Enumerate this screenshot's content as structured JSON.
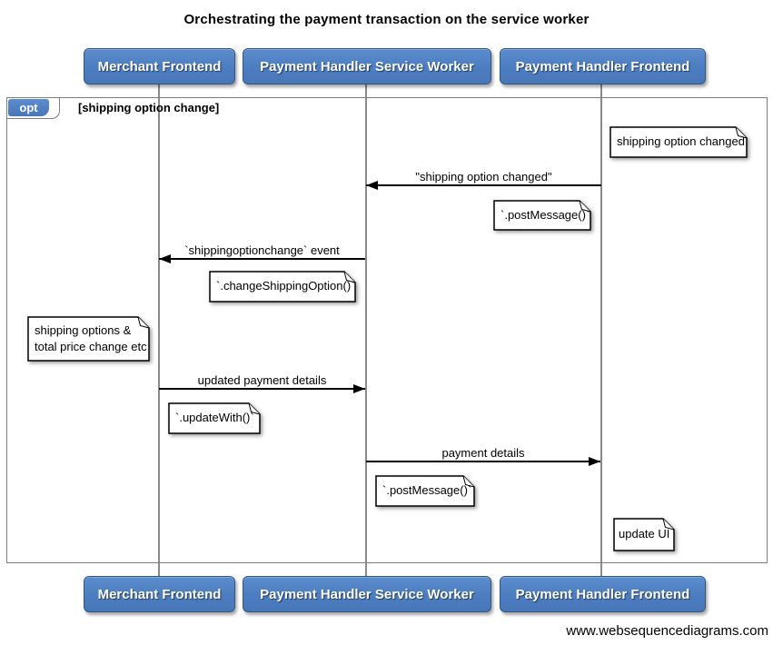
{
  "title": "Orchestrating the payment transaction on the service worker",
  "watermark": "www.websequencediagrams.com",
  "colors": {
    "actor_blue": "#4c7dc0",
    "frame_gray": "#7d7d7d",
    "arrow_black": "#000000",
    "note_bg": "#ffffff"
  },
  "actors": [
    {
      "label": "Merchant Frontend"
    },
    {
      "label": "Payment Handler Service Worker"
    },
    {
      "label": "Payment Handler Frontend"
    }
  ],
  "frame": {
    "operator": "opt",
    "guard": "[shipping option change]"
  },
  "messages": [
    {
      "label": "\"shipping option changed\"",
      "from": "Payment Handler Frontend",
      "to": "Payment Handler Service Worker"
    },
    {
      "label": "`shippingoptionchange` event",
      "from": "Payment Handler Service Worker",
      "to": "Merchant Frontend"
    },
    {
      "label": "updated payment details",
      "from": "Merchant Frontend",
      "to": "Payment Handler Service Worker"
    },
    {
      "label": "payment details",
      "from": "Payment Handler Service Worker",
      "to": "Payment Handler Frontend"
    }
  ],
  "notes": [
    {
      "text": "shipping option changed"
    },
    {
      "text": "`.postMessage()`"
    },
    {
      "text": "`.changeShippingOption()`"
    },
    {
      "text": "shipping options &\ntotal price change etc"
    },
    {
      "text": "`.updateWith()`"
    },
    {
      "text": "`.postMessage()`"
    },
    {
      "text": "update UI"
    }
  ]
}
